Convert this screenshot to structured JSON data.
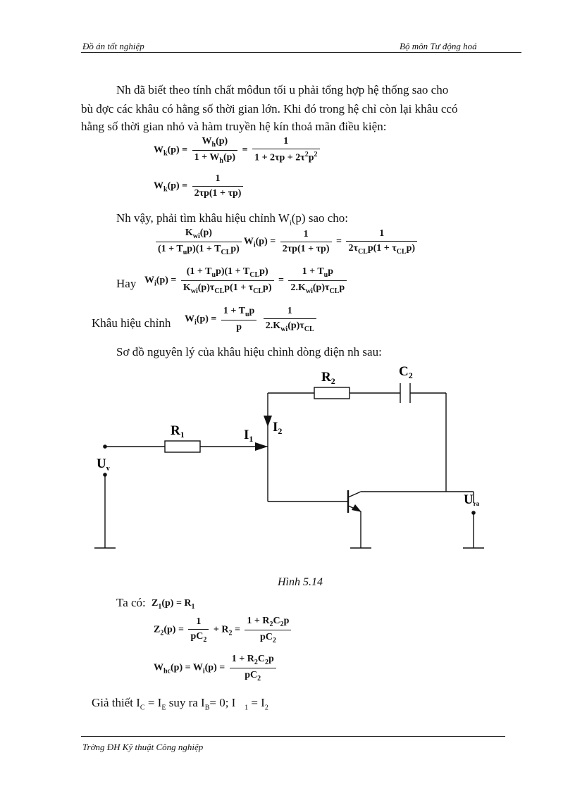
{
  "header": {
    "left": "Đồ án tốt nghiệp",
    "right": "Bộ môn Tư động hoá"
  },
  "body": {
    "p1_line1": "Nh   đã biết theo tính chất môđun tối u   phải tổng hợp hệ thống sao cho",
    "p1_line2": "bù đợc   các khâu có hằng số thời gian lớn. Khi đó trong hệ chỉ còn lại khâu ccó",
    "p1_line3": "hằng số thời gian nhỏ và hàm truyền hệ kín thoả mãn điều kiện:",
    "p2": "Nh   vậy, phải tìm khâu hiệu chỉnh W",
    "p2_sub": "i",
    "p2_end": "(p) sao cho:",
    "hay_label": "Hay",
    "khau_label": "Khâu hiệu chỉnh",
    "so_do": "Sơ đồ nguyên lý của khâu hiệu chỉnh dòng điện nh   sau:",
    "ta_co": "Ta có:",
    "gia_thiet": "Giả thiết I",
    "gia_thiet_rest": "suy ra I",
    "gia_thiet_end": "= 0; I",
    "gia_thiet_final": "= I"
  },
  "circuit": {
    "r1": "R",
    "r1_sub": "1",
    "r2": "R",
    "r2_sub": "2",
    "c2": "C",
    "c2_sub": "2",
    "i1": "I",
    "i1_sub": "1",
    "i2": "I",
    "i2_sub": "2",
    "uv": "U",
    "uv_sub": "v",
    "ura": "U",
    "ura_sub": "ra"
  },
  "figure_caption": "Hình 5.14",
  "footer": {
    "left": "Trờng   ĐH Kỹ thuật Công nghiệp"
  }
}
